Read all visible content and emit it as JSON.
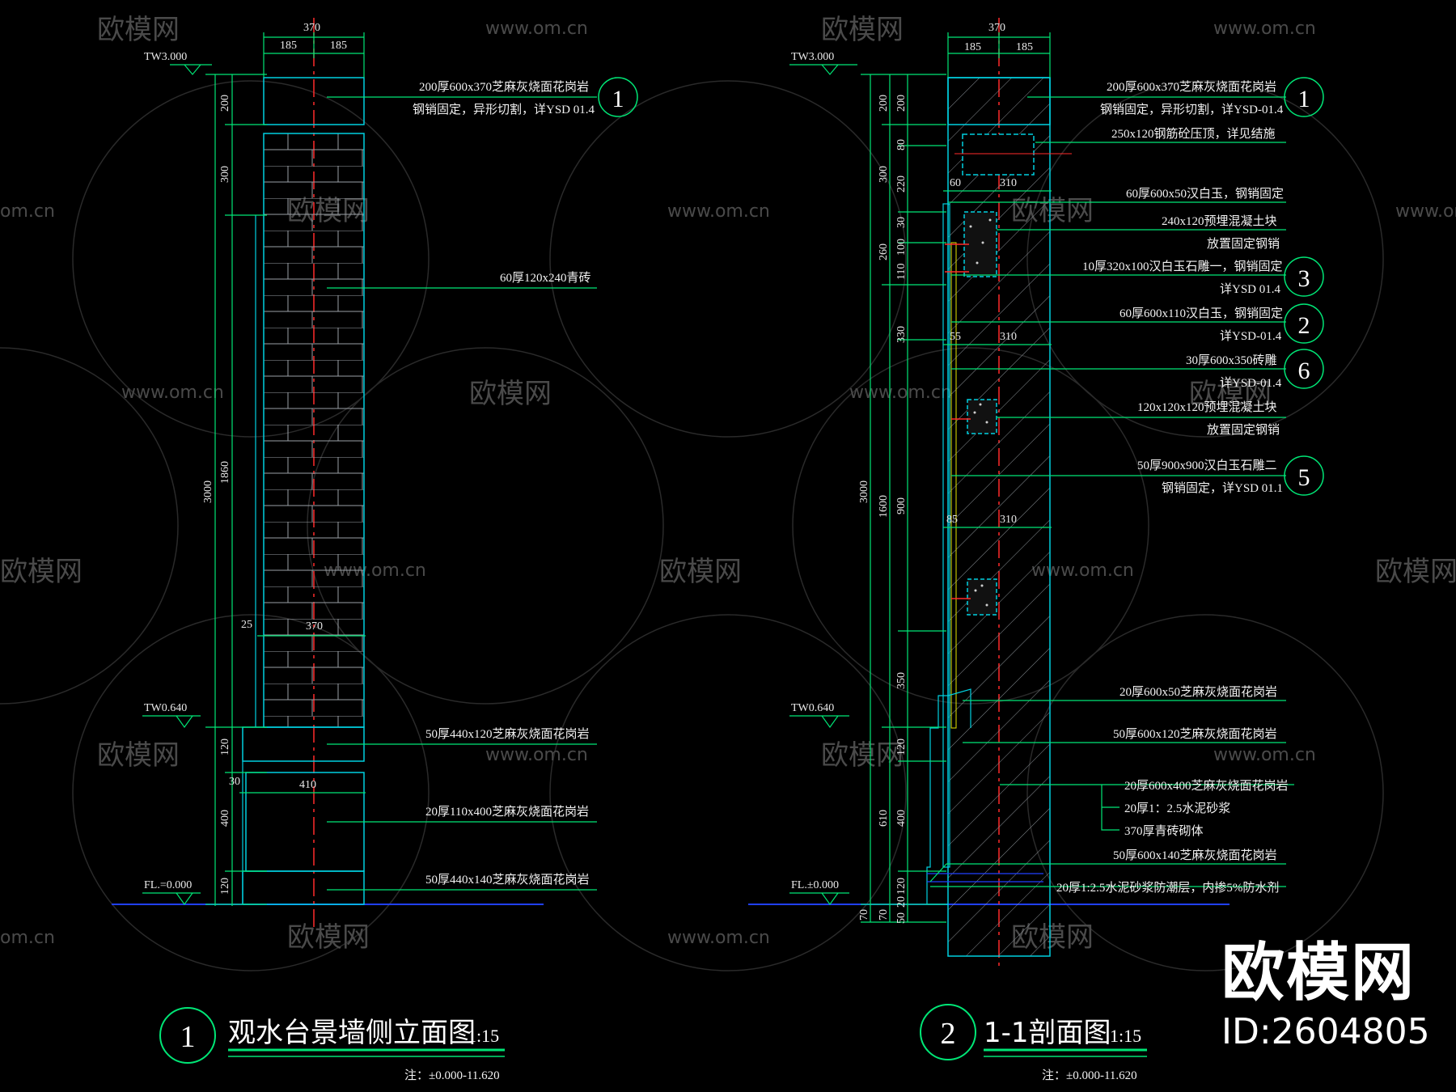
{
  "colors": {
    "line": "#00e676",
    "cyan": "#00d0e0",
    "red": "#ff2a2a",
    "blue": "#2040ff",
    "text": "#f2f2f2",
    "bg": "#000000"
  },
  "watermark": {
    "brand": "欧模网",
    "url": "www.om.cn",
    "url_short": "om.cn"
  },
  "left": {
    "levels": {
      "top": "TW3.000",
      "mid": "TW0.640",
      "floor": "FL.=0.000"
    },
    "dims_top": {
      "total": "370",
      "a": "185",
      "b": "185"
    },
    "dims_v": {
      "d200": "200",
      "d300": "300",
      "d1860": "1860",
      "d3000": "3000",
      "d120": "120",
      "d400": "400",
      "d120b": "120",
      "d30": "30"
    },
    "dims_mid": {
      "d25": "25",
      "d370": "370",
      "d410": "410"
    },
    "notes": [
      {
        "l1": "200厚600x370芝麻灰烧面花岗岩",
        "l2": "钢销固定，异形切割，详YSD 01.4"
      },
      {
        "l1": "60厚120x240青砖"
      },
      {
        "l1": "50厚440x120芝麻灰烧面花岗岩"
      },
      {
        "l1": "20厚110x400芝麻灰烧面花岗岩"
      },
      {
        "l1": "50厚440x140芝麻灰烧面花岗岩"
      }
    ],
    "bubble": "1",
    "title": {
      "num": "1",
      "name": "观水台景墙侧立面图",
      "scale": "1:15",
      "note": "注：±0.000-11.620"
    }
  },
  "right": {
    "levels": {
      "top": "TW3.000",
      "mid": "TW0.640",
      "floor": "FL.±0.000"
    },
    "dims_top": {
      "total": "370",
      "a": "185",
      "b": "185"
    },
    "dims_v": {
      "d200a": "200",
      "d200b": "200",
      "d80": "80",
      "d300": "300",
      "d220": "220",
      "d30": "30",
      "d100": "100",
      "d260": "260",
      "d110": "110",
      "d330": "330",
      "d3000": "3000",
      "d1600": "1600",
      "d900": "900",
      "d350": "350",
      "d120": "120",
      "d610": "610",
      "d400": "400",
      "d120b": "120",
      "d70": "70",
      "d70b": "70",
      "d50": "50",
      "d20": "20"
    },
    "dims_h": {
      "a60": "60",
      "a310": "310",
      "b55": "55",
      "b310": "310",
      "c85": "85",
      "c310": "310"
    },
    "notes": [
      {
        "l1": "200厚600x370芝麻灰烧面花岗岩",
        "l2": "钢销固定，异形切割，详YSD-01.4",
        "bubble": "1"
      },
      {
        "l1": "250x120钢筋砼压顶，详见结施"
      },
      {
        "l1": "60厚600x50汉白玉，钢销固定"
      },
      {
        "l1": "240x120预埋混凝土块",
        "l2": "放置固定钢销"
      },
      {
        "l1": "10厚320x100汉白玉石雕一，钢销固定",
        "l2": "详YSD 01.4",
        "bubble": "3"
      },
      {
        "l1": "60厚600x110汉白玉，钢销固定",
        "l2": "详YSD-01.4",
        "bubble": "2"
      },
      {
        "l1": "30厚600x350砖雕",
        "l2": "详YSD-01.4",
        "bubble": "6"
      },
      {
        "l1": "120x120x120预埋混凝土块",
        "l2": "放置固定钢销"
      },
      {
        "l1": "50厚900x900汉白玉石雕二",
        "l2": "钢销固定，详YSD 01.1",
        "bubble": "5"
      },
      {
        "l1": "20厚600x50芝麻灰烧面花岗岩"
      },
      {
        "l1": "50厚600x120芝麻灰烧面花岗岩"
      },
      {
        "l1": "20厚600x400芝麻灰烧面花岗岩"
      },
      {
        "l1": "20厚1：2.5水泥砂浆"
      },
      {
        "l1": "370厚青砖砌体"
      },
      {
        "l1": "50厚600x140芝麻灰烧面花岗岩"
      },
      {
        "l1": "20厚1:2.5水泥砂浆防潮层，内掺5%防水剂"
      }
    ],
    "title": {
      "num": "2",
      "name": "1-1剖面图",
      "scale": "1:15",
      "note": "注：±0.000-11.620"
    }
  },
  "stamp": {
    "name": "欧模网",
    "id": "ID:2604805"
  }
}
